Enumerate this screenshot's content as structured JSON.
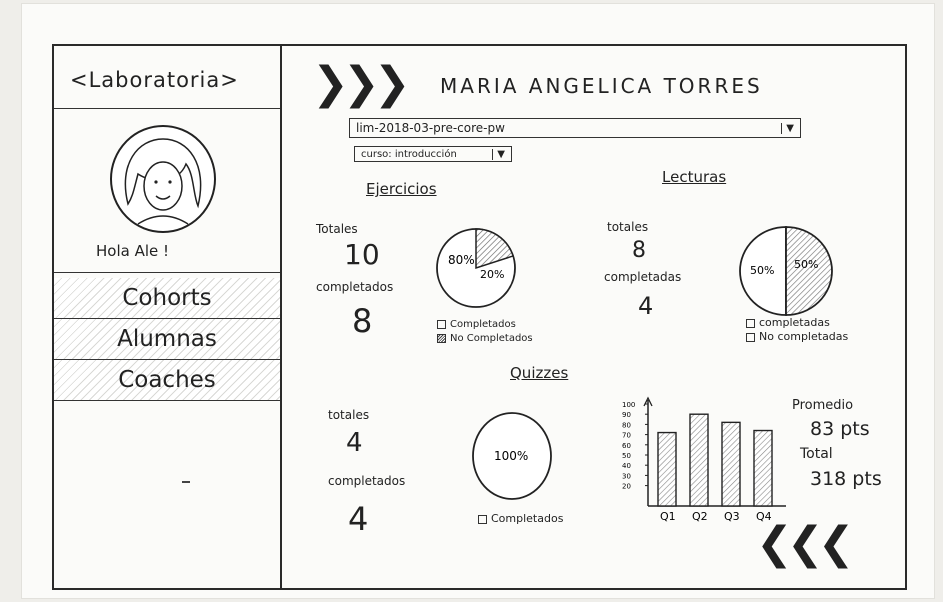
{
  "brand": "<Laboratoria>",
  "sidebar": {
    "greeting": "Hola Ale !",
    "items": [
      {
        "label": "Cohorts"
      },
      {
        "label": "Alumnas"
      },
      {
        "label": "Coaches"
      }
    ]
  },
  "header": {
    "student_name": "MARIA ANGELICA TORRES",
    "cohort_select": "lim-2018-03-pre-core-pw",
    "course_select": "curso: introducción"
  },
  "ejercicios": {
    "title": "Ejercicios",
    "totales_label": "Totales",
    "totales_value": "10",
    "completados_label": "completados",
    "completados_value": "8",
    "chart_completed_label": "80%",
    "chart_not_completed_label": "20%",
    "legend_completed": "Completados",
    "legend_not_completed": "No Completados"
  },
  "lecturas": {
    "title": "Lecturas",
    "totales_label": "totales",
    "totales_value": "8",
    "completados_label": "completadas",
    "completados_value": "4",
    "chart_left_label": "50%",
    "chart_right_label": "50%",
    "legend_completed": "completadas",
    "legend_not_completed": "No completadas"
  },
  "quizzes": {
    "title": "Quizzes",
    "totales_label": "totales",
    "totales_value": "4",
    "completados_label": "completados",
    "completados_value": "4",
    "chart_label": "100%",
    "legend_completed": "Completados",
    "promedio_label": "Promedio",
    "promedio_value": "83 pts",
    "total_label": "Total",
    "total_value": "318 pts"
  },
  "chart_data": [
    {
      "type": "pie",
      "labels": [
        "Completados",
        "No Completados"
      ],
      "values": [
        80,
        20
      ]
    },
    {
      "type": "pie",
      "labels": [
        "completadas",
        "No completadas"
      ],
      "values": [
        50,
        50
      ]
    },
    {
      "type": "pie",
      "labels": [
        "Completados"
      ],
      "values": [
        100
      ]
    },
    {
      "type": "bar",
      "categories": [
        "Q1",
        "Q2",
        "Q3",
        "Q4"
      ],
      "values": [
        72,
        90,
        82,
        74
      ],
      "ylim": [
        0,
        100
      ],
      "y_ticks": [
        "20",
        "30",
        "40",
        "50",
        "60",
        "70",
        "80",
        "90",
        "100"
      ]
    }
  ]
}
